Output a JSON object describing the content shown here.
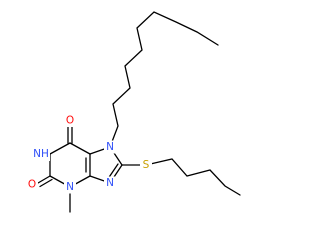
{
  "molecule": {
    "atoms": {
      "O6": {
        "symbol": "O",
        "color": "#ff0d0d"
      },
      "N1": {
        "symbol": "NH",
        "color": "#3050f8"
      },
      "O2": {
        "symbol": "O",
        "color": "#ff0d0d"
      },
      "N3": {
        "symbol": "N",
        "color": "#3050f8"
      },
      "N7": {
        "symbol": "N",
        "color": "#3050f8"
      },
      "N9": {
        "symbol": "N",
        "color": "#3050f8"
      },
      "S": {
        "symbol": "S",
        "color": "#c8a000"
      }
    }
  }
}
